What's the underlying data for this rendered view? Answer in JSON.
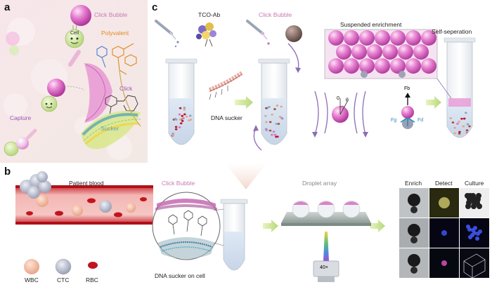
{
  "panels": {
    "a": {
      "letter": "a",
      "click_bubble": "Click Bubble",
      "cell": "Cell",
      "polyvalent": "Polyvalent",
      "capture": "Capture",
      "click": "Click",
      "sucker": "Sucker"
    },
    "b": {
      "letter": "b",
      "patient_blood": "Patient blood",
      "wbc": "WBC",
      "ctc": "CTC",
      "rbc": "RBC",
      "click_bubble": "Click Bubble",
      "dna_sucker_on_cell": "DNA sucker on cell",
      "droplet_array": "Droplet array",
      "objective": "40×",
      "grid_headers": [
        "Enrich",
        "Detect",
        "Culture"
      ]
    },
    "c": {
      "letter": "c",
      "tco_ab": "TCO-Ab",
      "click_bubble": "Click Bubble",
      "dna_sucker": "DNA sucker",
      "suspended_enrichment": "Suspended enrichment",
      "self_separation": "Self-seperation",
      "angle_0": "0",
      "angle_theta": "θ",
      "force_fb": "Fb",
      "force_fg": "Fg",
      "force_fd": "Fd"
    }
  }
}
